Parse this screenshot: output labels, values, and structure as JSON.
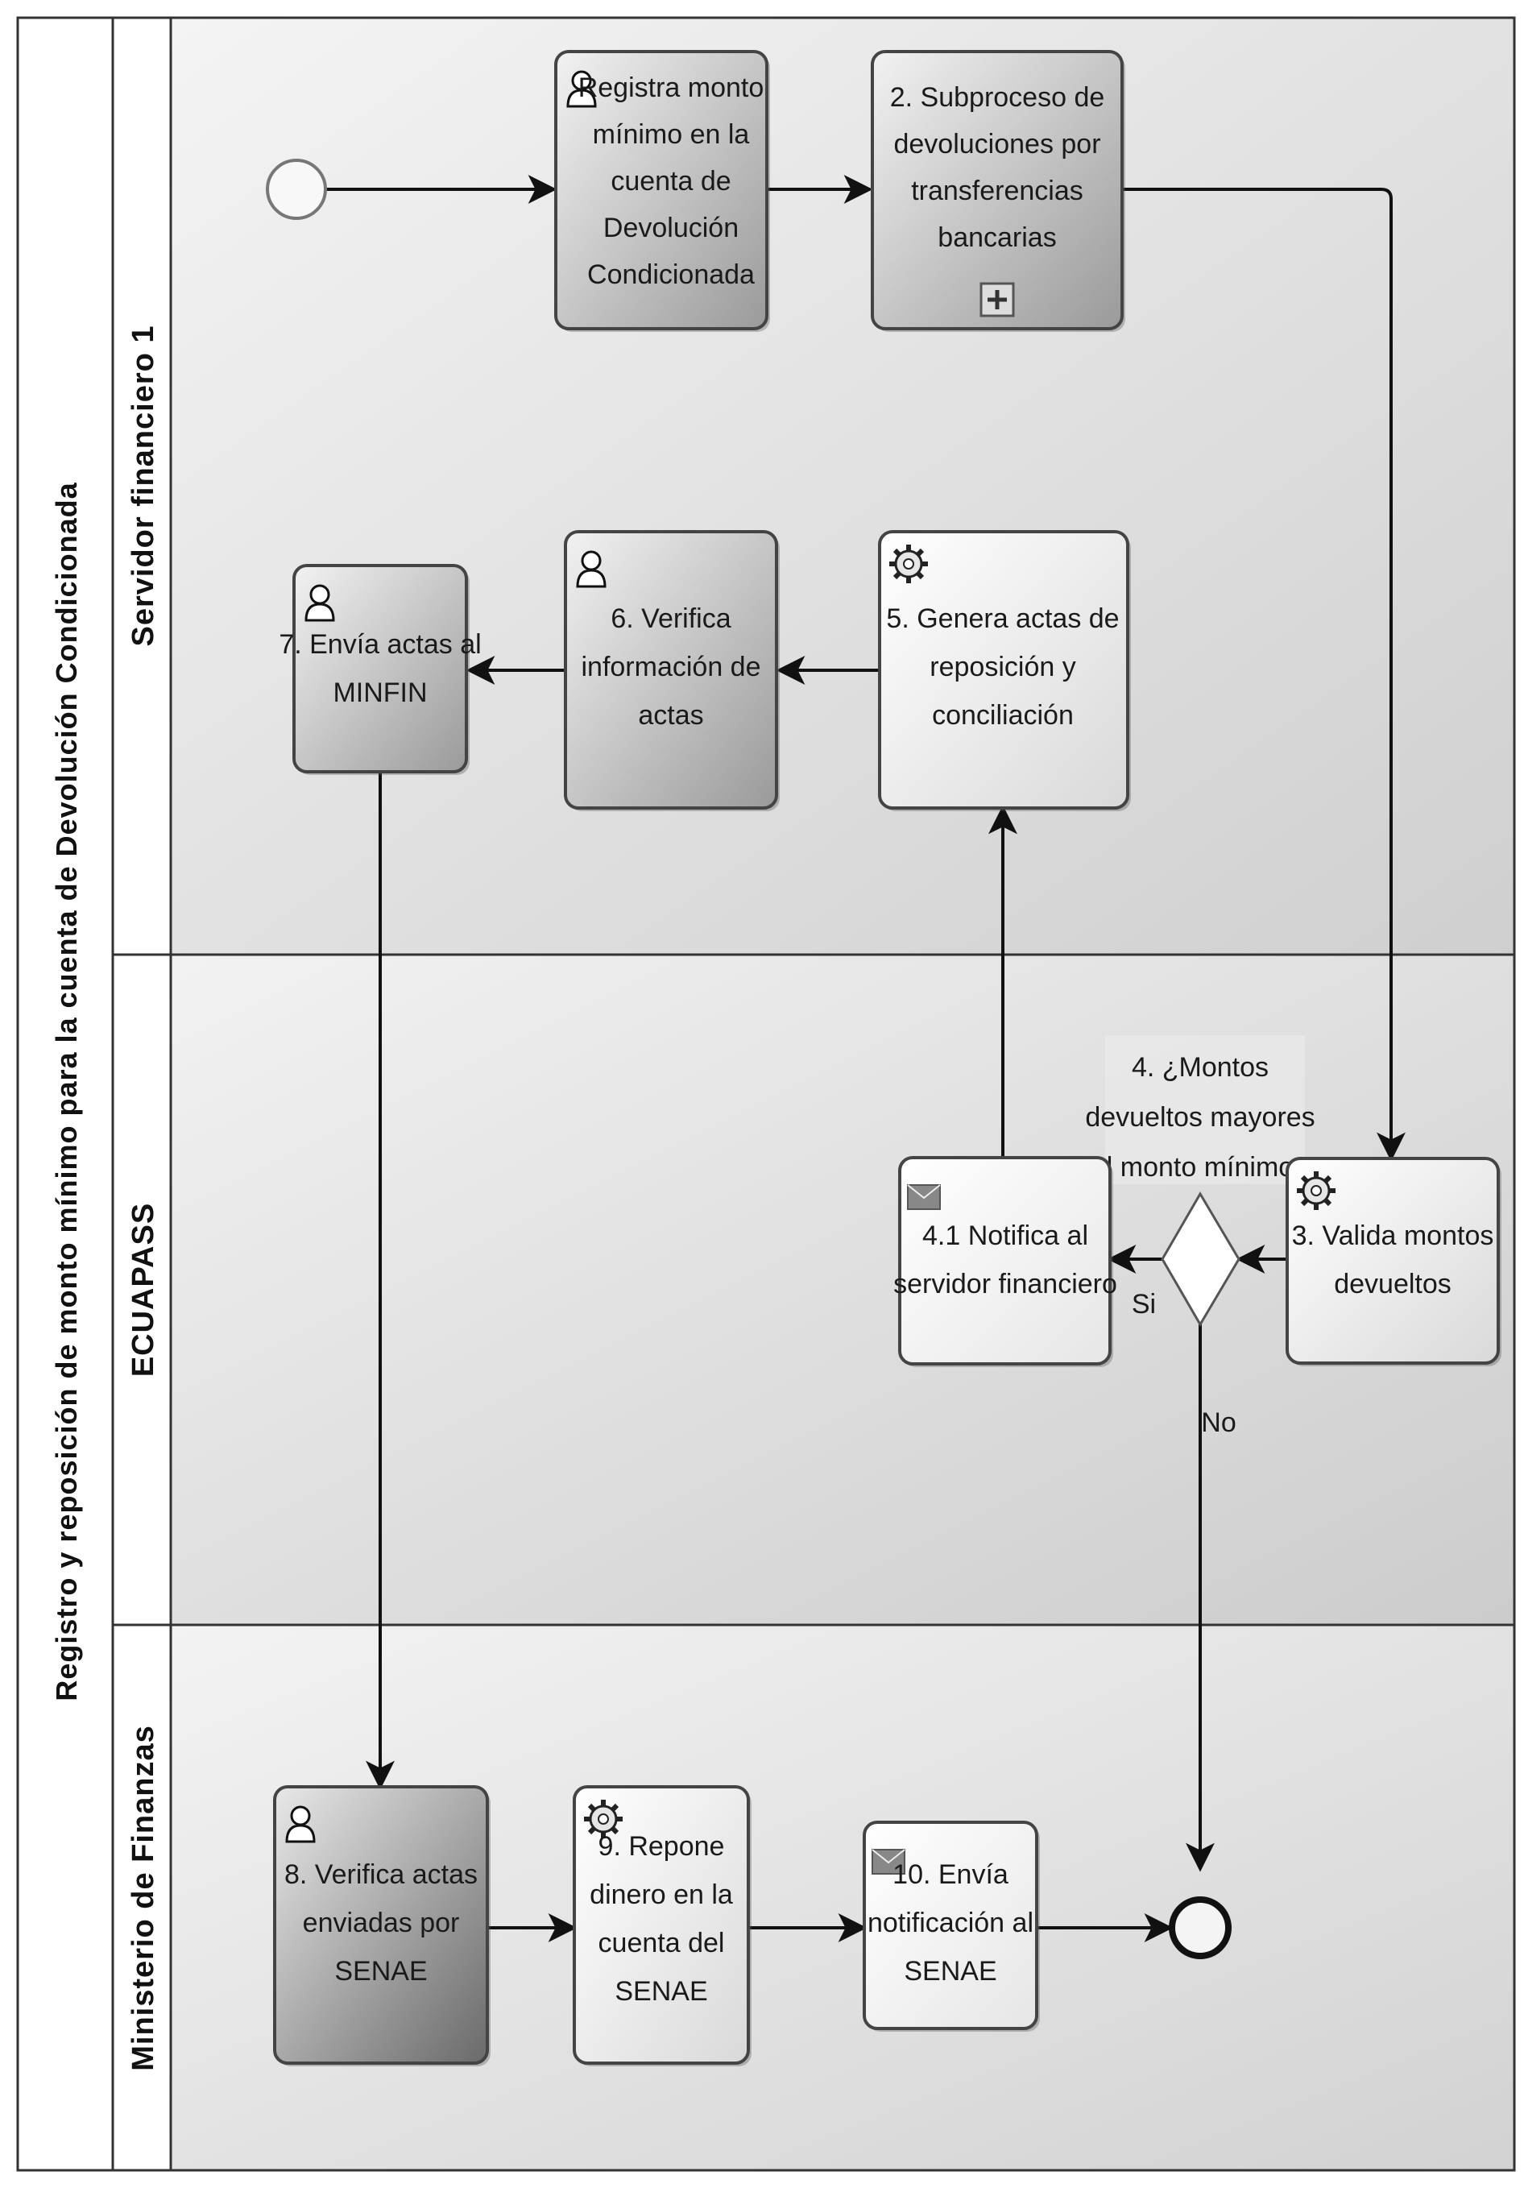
{
  "pool": {
    "title": "Registro y reposición de monto mínimo para la cuenta de Devolución Condicionada"
  },
  "lanes": [
    {
      "id": "servidor",
      "label": "Servidor financiero 1"
    },
    {
      "id": "ecuapass",
      "label": "ECUAPASS"
    },
    {
      "id": "minfin",
      "label": "Ministerio de Finanzas"
    }
  ],
  "tasks": {
    "t1": {
      "lines": [
        "Registra monto",
        "mínimo en la",
        "cuenta de",
        "Devolución",
        "Condicionada"
      ],
      "icon": "user-icon"
    },
    "t2": {
      "lines": [
        "2. Subproceso de",
        "devoluciones por",
        "transferencias",
        "bancarias"
      ],
      "icon": "subprocess-plus-icon"
    },
    "t3": {
      "lines": [
        "3. Valida montos",
        "devueltos"
      ],
      "icon": "gear-icon"
    },
    "t41": {
      "lines": [
        "4.1 Notifica al",
        "servidor financiero"
      ],
      "icon": "envelope-icon"
    },
    "t5": {
      "lines": [
        "5. Genera actas de",
        "reposición y",
        "conciliación"
      ],
      "icon": "gear-icon"
    },
    "t6": {
      "lines": [
        "6. Verifica",
        "información de",
        "actas"
      ],
      "icon": "user-icon"
    },
    "t7": {
      "lines": [
        "7. Envía actas al",
        "MINFIN"
      ],
      "icon": "user-icon"
    },
    "t8": {
      "lines": [
        "8. Verifica actas",
        "enviadas por",
        "SENAE"
      ],
      "icon": "user-icon"
    },
    "t9": {
      "lines": [
        "9. Repone",
        "dinero en la",
        "cuenta del",
        "SENAE"
      ],
      "icon": "gear-icon"
    },
    "t10": {
      "lines": [
        "10. Envía",
        "notificación al",
        "SENAE"
      ],
      "icon": "envelope-icon"
    }
  },
  "gateway": {
    "question_lines": [
      "4. ¿Montos",
      "devueltos mayores",
      "al monto mínimo?"
    ]
  },
  "flow_labels": {
    "yes": "Si",
    "no": "No"
  },
  "colors": {
    "border": "#333333",
    "task_border": "#444444",
    "flow": "#111111"
  }
}
